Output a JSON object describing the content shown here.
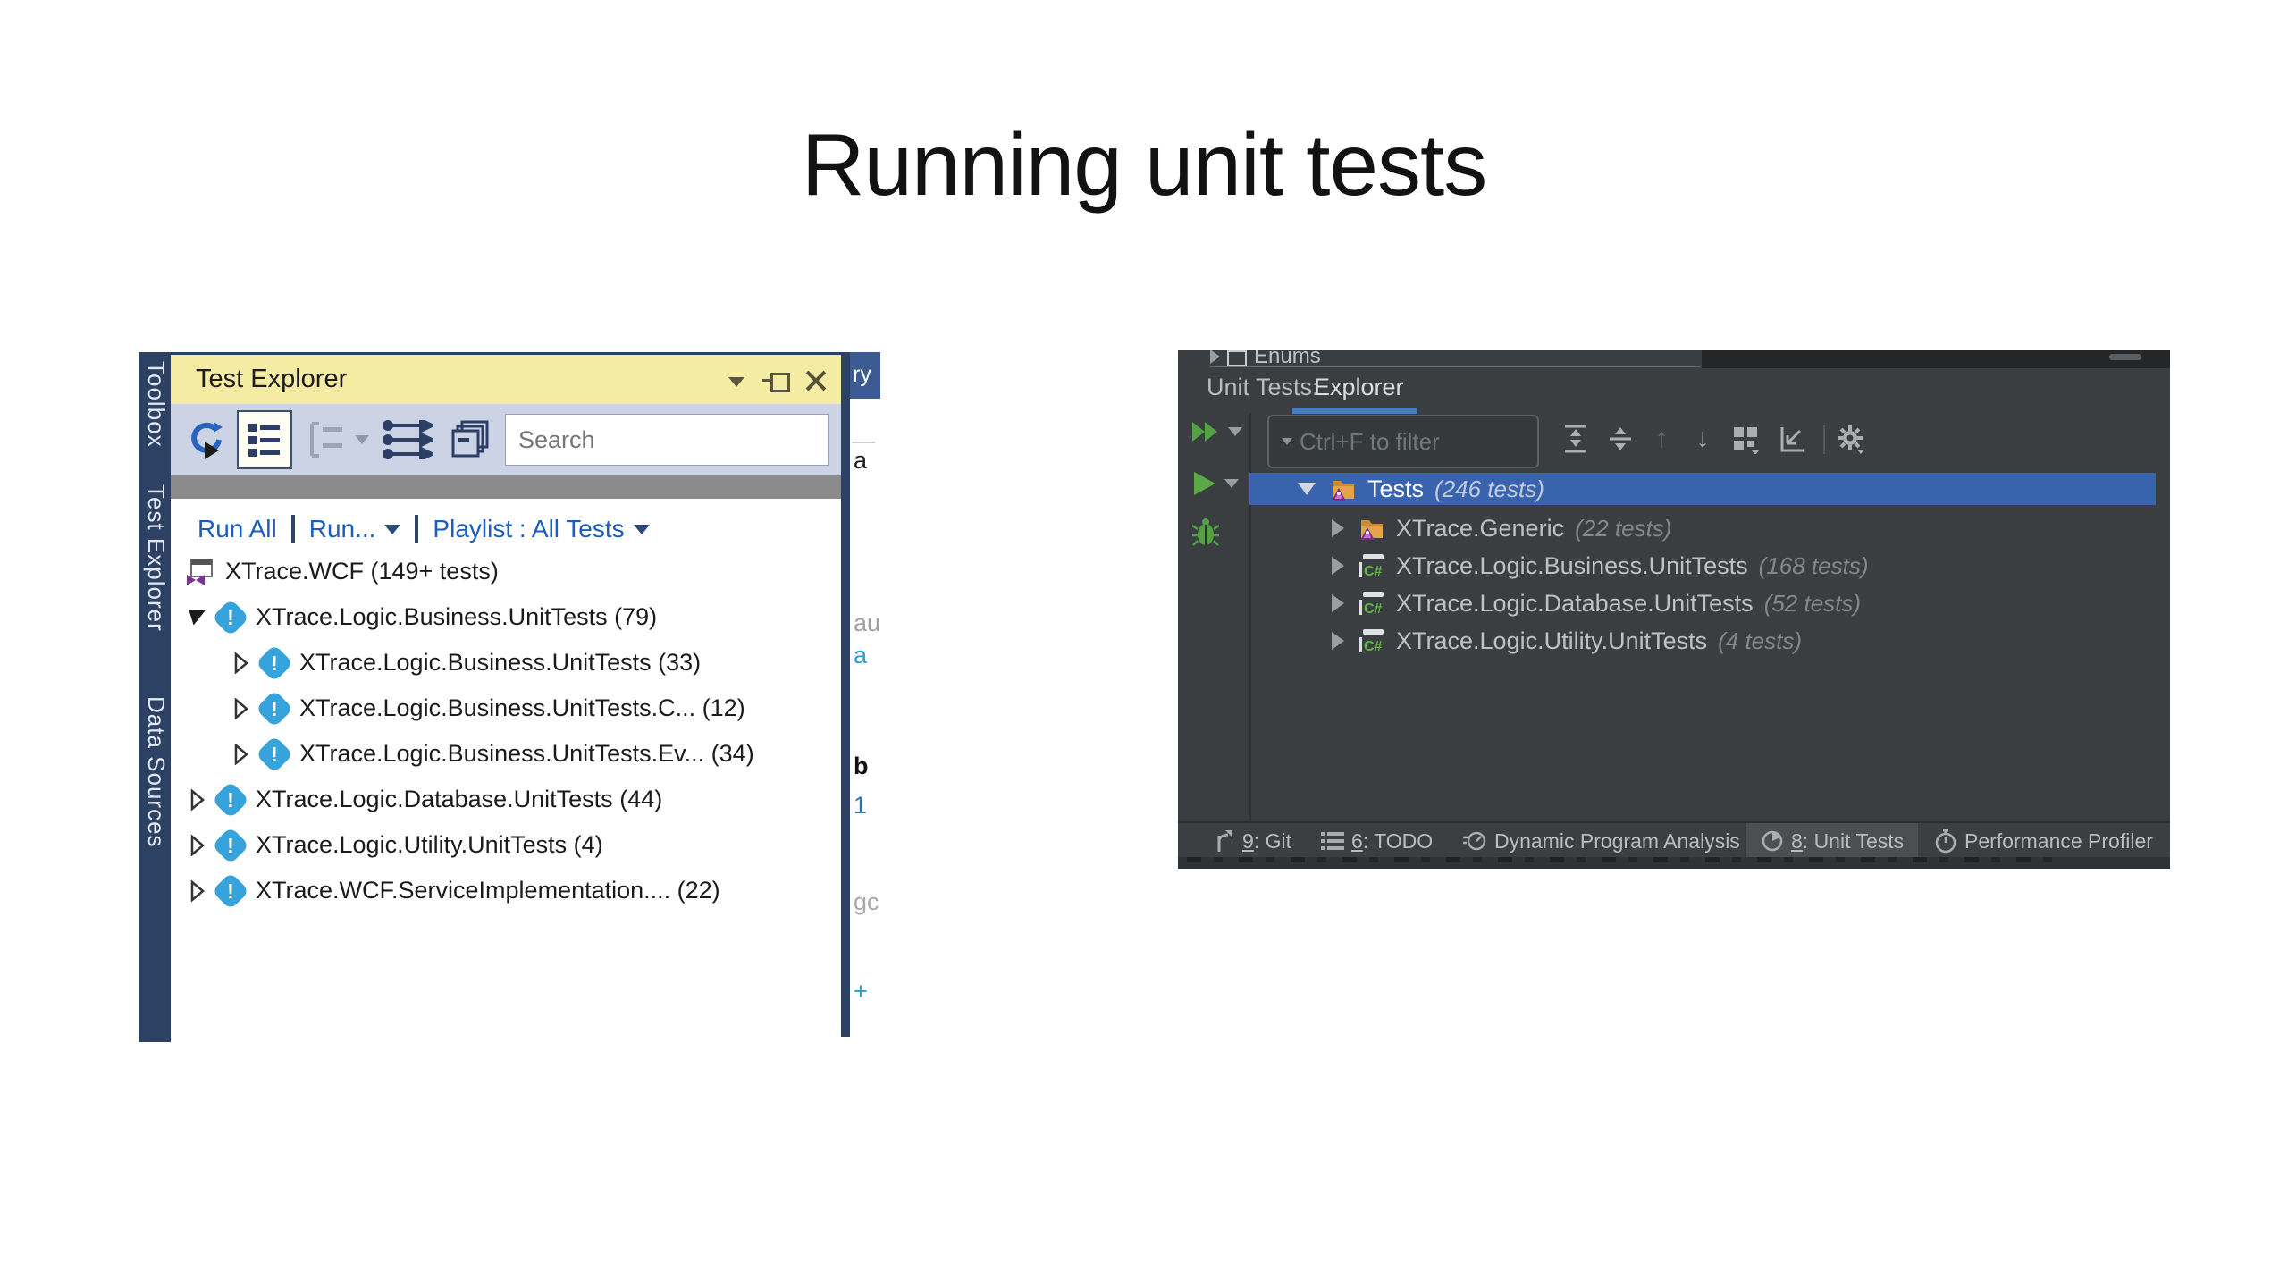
{
  "slide": {
    "title": "Running unit tests"
  },
  "vs": {
    "title": "Test Explorer",
    "side_tabs": [
      "Toolbox",
      "Test Explorer",
      "Data Sources"
    ],
    "search_placeholder": "Search",
    "links": {
      "run_all": "Run All",
      "run": "Run...",
      "playlist": "Playlist : All Tests"
    },
    "tree": [
      {
        "label": "XTrace.WCF (149+ tests)"
      },
      {
        "label": "XTrace.Logic.Business.UnitTests (79)"
      },
      {
        "label": "XTrace.Logic.Business.UnitTests (33)"
      },
      {
        "label": "XTrace.Logic.Business.UnitTests.C... (12)"
      },
      {
        "label": "XTrace.Logic.Business.UnitTests.Ev... (34)"
      },
      {
        "label": "XTrace.Logic.Database.UnitTests (44)"
      },
      {
        "label": "XTrace.Logic.Utility.UnitTests (4)"
      },
      {
        "label": "XTrace.WCF.ServiceImplementation.... (22)"
      }
    ],
    "editor": {
      "tab": "ry",
      "frags": [
        "a",
        "au",
        "a",
        "b",
        "1",
        "gc",
        "+"
      ]
    }
  },
  "rider": {
    "breadcrumb_fragment": "Enums",
    "header_label": "Unit Tests:",
    "tab": "Explorer",
    "search_placeholder": "Ctrl+F to filter",
    "csharp_label": "C#",
    "tree": [
      {
        "name": "Tests",
        "count": "(246 tests)"
      },
      {
        "name": "XTrace.Generic",
        "count": "(22 tests)"
      },
      {
        "name": "XTrace.Logic.Business.UnitTests",
        "count": "(168 tests)"
      },
      {
        "name": "XTrace.Logic.Database.UnitTests",
        "count": "(52 tests)"
      },
      {
        "name": "XTrace.Logic.Utility.UnitTests",
        "count": "(4 tests)"
      }
    ],
    "statusbar": [
      {
        "num": "9",
        "label": ": Git"
      },
      {
        "num": "6",
        "label": ": TODO"
      },
      {
        "num": "",
        "label": "Dynamic Program Analysis"
      },
      {
        "num": "8",
        "label": ": Unit Tests"
      },
      {
        "num": "",
        "label": "Performance Profiler"
      }
    ]
  },
  "icons": {
    "arrow_up": "↑",
    "arrow_down": "↓"
  },
  "colors": {
    "vs_sidebar": "#2d4164",
    "vs_titlebar": "#f4eca2",
    "vs_toolbar": "#ccd3e5",
    "vs_link_blue": "#1a5dbe",
    "vs_warn_blue": "#36a3dc",
    "rider_bg": "#3b3e40",
    "rider_selection": "#3a63ae",
    "rider_green": "#53a045",
    "rider_tab_underline": "#4a7cc2"
  }
}
